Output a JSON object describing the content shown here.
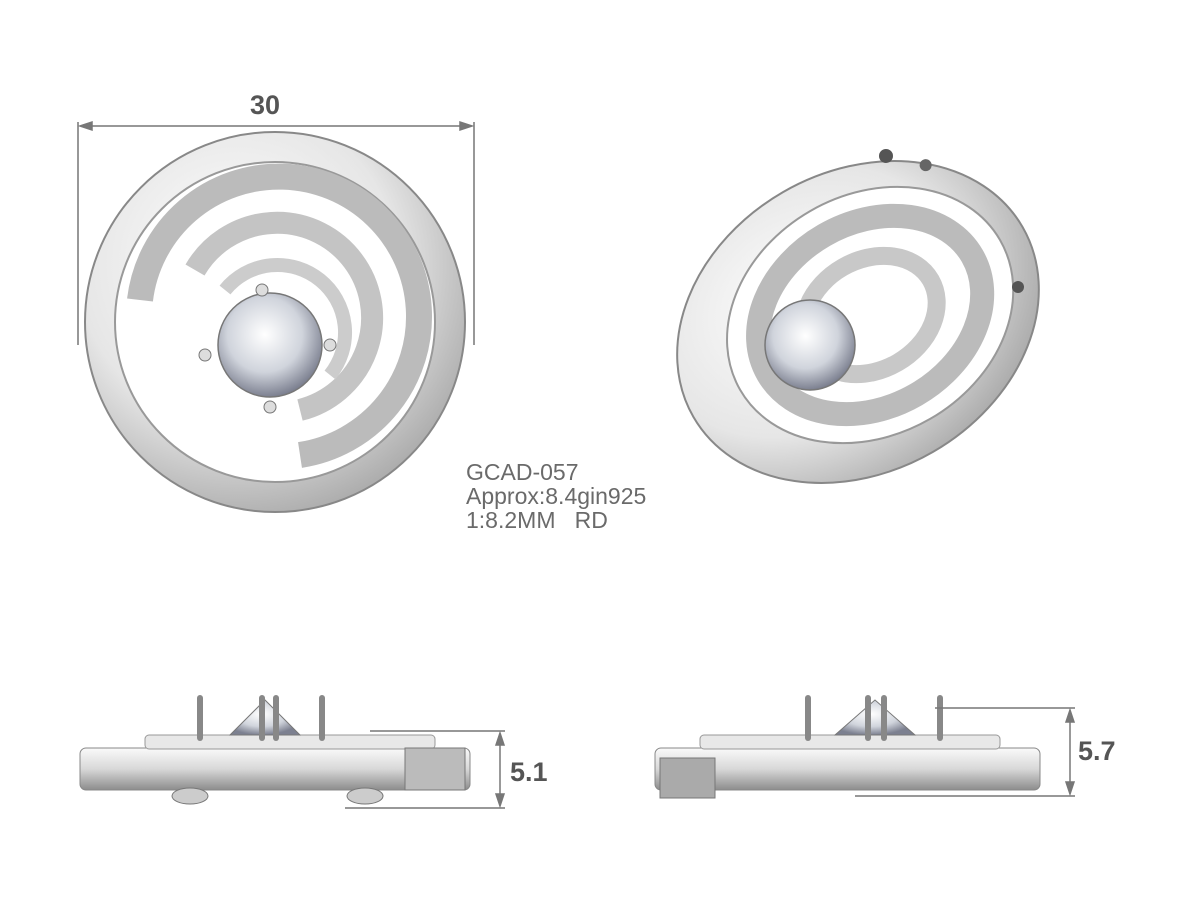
{
  "dimensions": {
    "width_label": "30",
    "side_height_left": "5.1",
    "side_height_right": "5.7"
  },
  "info": {
    "code": "GCAD-057",
    "weight": "Approx:8.4gin925",
    "stone": "1:8.2MM   RD"
  },
  "colors": {
    "metal_light": "#f4f4f4",
    "metal_dark": "#8a8a8a",
    "dimension_line": "#777777",
    "text": "#6a6a6a"
  }
}
